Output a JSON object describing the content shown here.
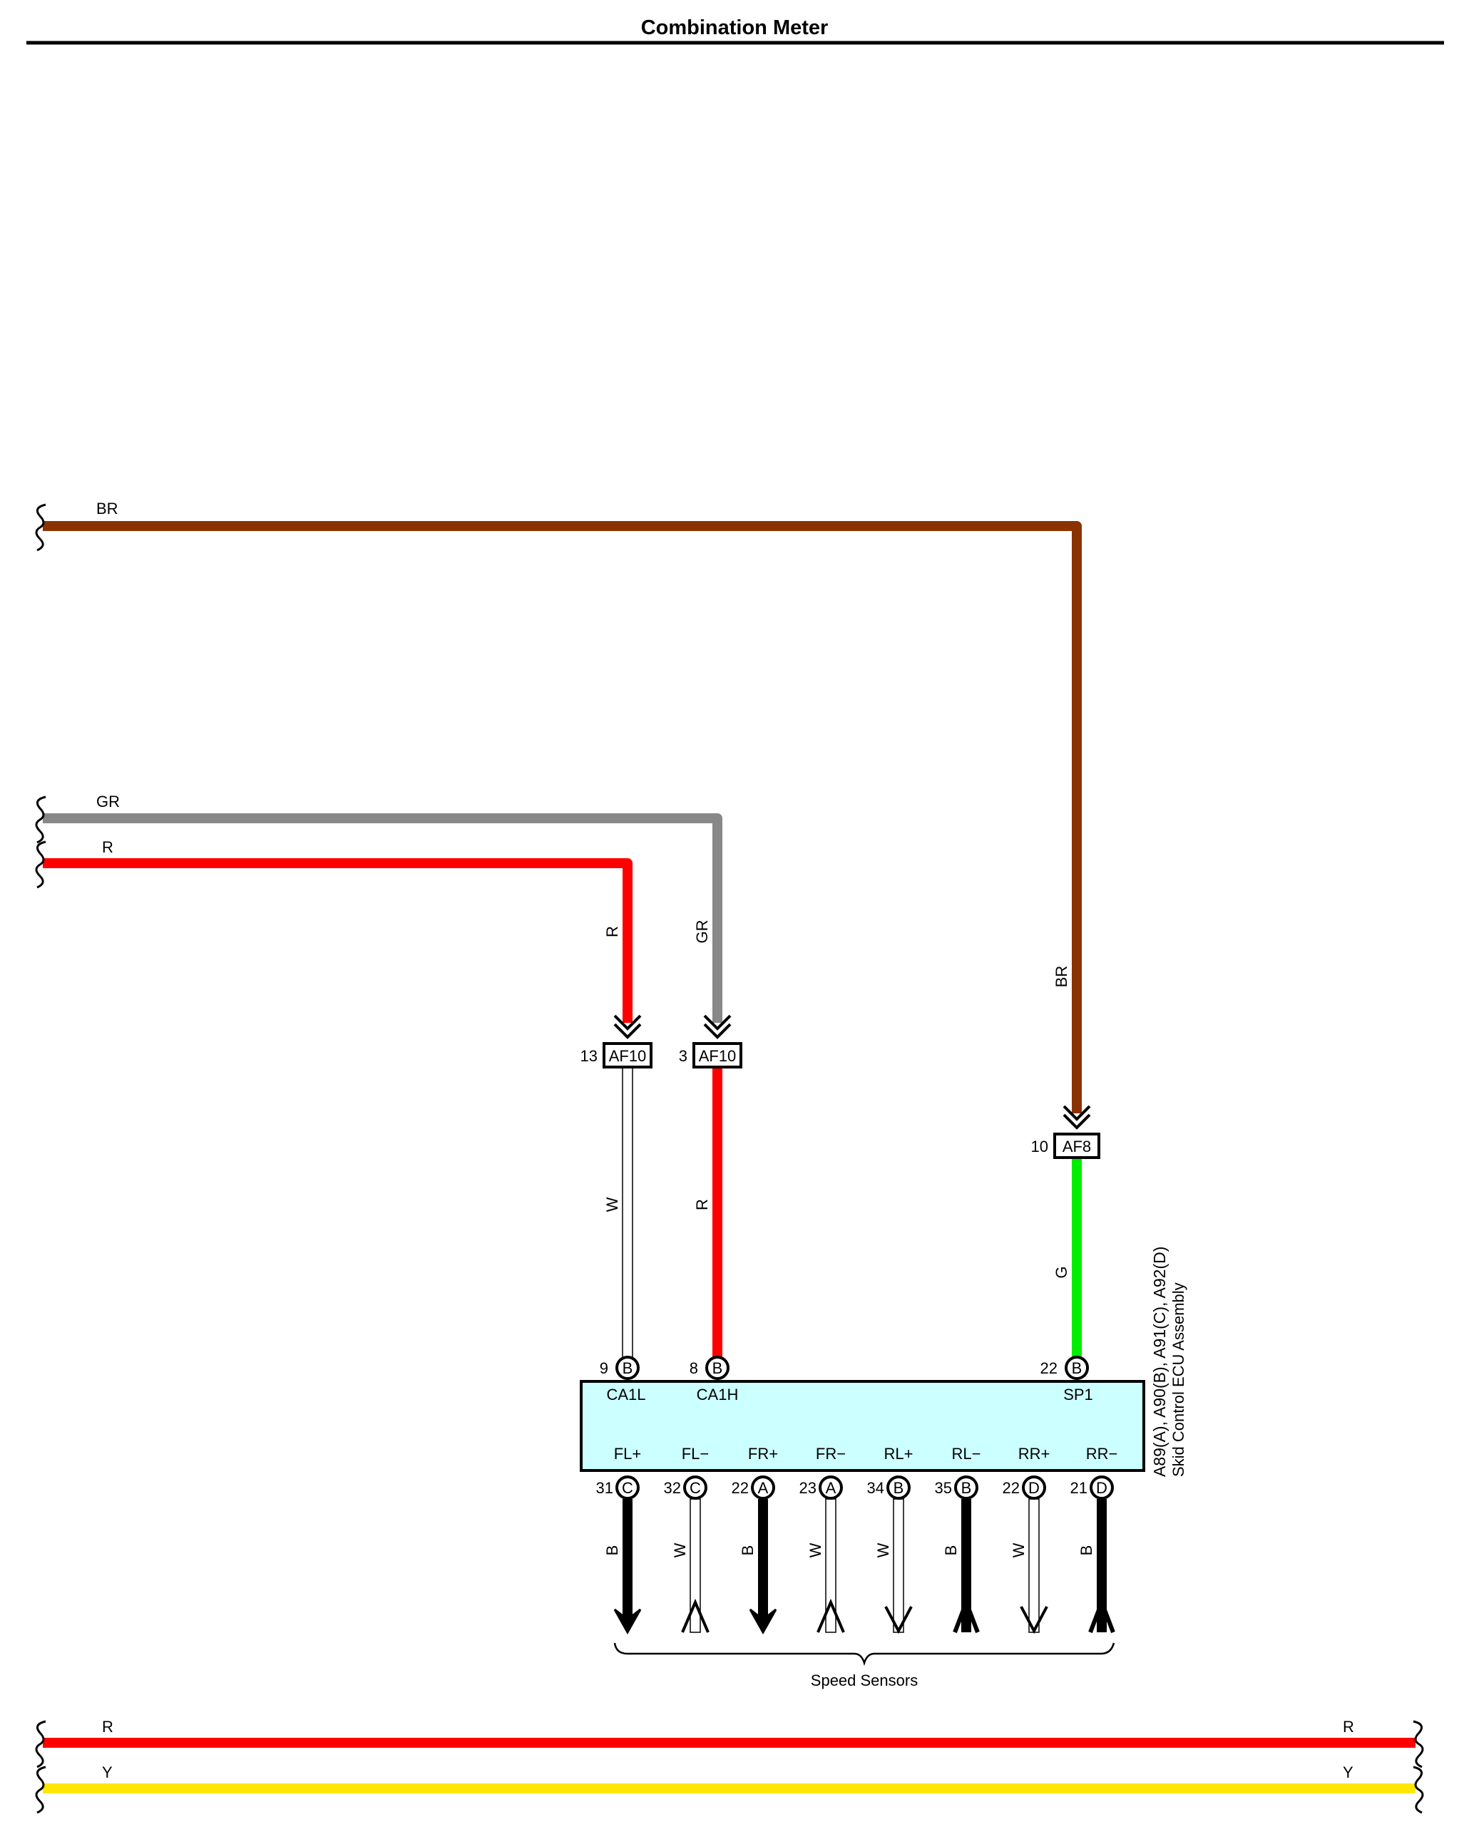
{
  "title": "Combination Meter",
  "colors": {
    "BR": "#8B3300",
    "GR": "#888888",
    "R": "#FF0000",
    "W": "#FFFFFF",
    "G": "#00EE00",
    "B": "#000000",
    "Y": "#FFE600",
    "ecu_fill": "#CCFFFF"
  },
  "top_wires": {
    "br_label": "BR",
    "gr_label": "GR",
    "r_label": "R"
  },
  "vertical_labels": {
    "r_upper": "R",
    "gr_upper": "GR",
    "br_upper": "BR",
    "w_lower": "W",
    "r_lower": "R",
    "g_lower": "G"
  },
  "connectors": [
    {
      "pin": "13",
      "name": "AF10"
    },
    {
      "pin": "3",
      "name": "AF10"
    },
    {
      "pin": "10",
      "name": "AF8"
    }
  ],
  "ecu": {
    "title_line1": "A89(A), A90(B), A91(C), A92(D)",
    "title_line2": "Skid Control ECU Assembly",
    "top_pins": [
      {
        "pin": "9",
        "letter": "B",
        "signal": "CA1L"
      },
      {
        "pin": "8",
        "letter": "B",
        "signal": "CA1H"
      },
      {
        "pin": "22",
        "letter": "B",
        "signal": "SP1"
      }
    ],
    "bottom_pins": [
      {
        "pin": "31",
        "letter": "C",
        "signal": "FL+",
        "wire": "B"
      },
      {
        "pin": "32",
        "letter": "C",
        "signal": "FL−",
        "wire": "W"
      },
      {
        "pin": "22",
        "letter": "A",
        "signal": "FR+",
        "wire": "B"
      },
      {
        "pin": "23",
        "letter": "A",
        "signal": "FR−",
        "wire": "W"
      },
      {
        "pin": "34",
        "letter": "B",
        "signal": "RL+",
        "wire": "W"
      },
      {
        "pin": "35",
        "letter": "B",
        "signal": "RL−",
        "wire": "B"
      },
      {
        "pin": "22",
        "letter": "D",
        "signal": "RR+",
        "wire": "W"
      },
      {
        "pin": "21",
        "letter": "D",
        "signal": "RR−",
        "wire": "B"
      }
    ]
  },
  "speed_sensors_label": "Speed Sensors",
  "bus": {
    "r_left": "R",
    "r_right": "R",
    "y_left": "Y",
    "y_right": "Y"
  }
}
